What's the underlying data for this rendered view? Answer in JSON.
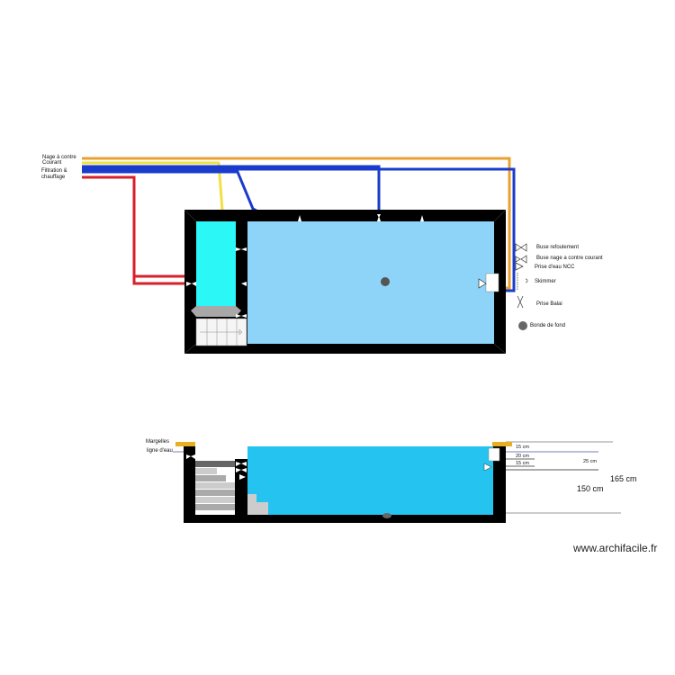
{
  "plan": {
    "pipe_labels": {
      "nage_contre_courant": "Nage à contre\nCourant",
      "nage_line1": "Nage à contre",
      "nage_line2": "Courant",
      "filtration_line1": "Filtration &",
      "filtration_line2": "chauffage"
    },
    "legend": [
      {
        "icon": "buse-refoulement-icon",
        "label": "Buse refoulement"
      },
      {
        "icon": "buse-nage-icon",
        "label": "Buse nage a contre courant"
      },
      {
        "icon": "prise-eau-ncc-icon",
        "label": "Prise d'eau NCC"
      },
      {
        "icon": "skimmer-icon",
        "label": "Skimmer"
      },
      {
        "icon": "prise-balai-icon",
        "label": "Prise Balai"
      },
      {
        "icon": "bonde-de-fond-icon",
        "label": "Bonde de fond"
      }
    ],
    "colors": {
      "wall": "#000000",
      "pool_water": "#8ed3f8",
      "beach_water": "#2cf7f7",
      "pipe_orange": "#e8a030",
      "pipe_yellow": "#f0e040",
      "pipe_blue": "#1a3ccc",
      "pipe_red": "#d8202a",
      "stairs": "#f5f5f5",
      "step_grey": "#a8a8a8"
    }
  },
  "section": {
    "labels": {
      "margelles": "Margelles",
      "ligne_eau": "ligne d'eau"
    },
    "dimensions": {
      "d1": "15 cm",
      "d2": "20 cm",
      "d3": "15 cm",
      "d4": "25 cm",
      "total": "165 cm",
      "depth": "150 cm"
    },
    "colors": {
      "water": "#25c4f0",
      "coping": "#e8b020"
    }
  },
  "footer": {
    "watermark": "www.archifacile.fr"
  }
}
